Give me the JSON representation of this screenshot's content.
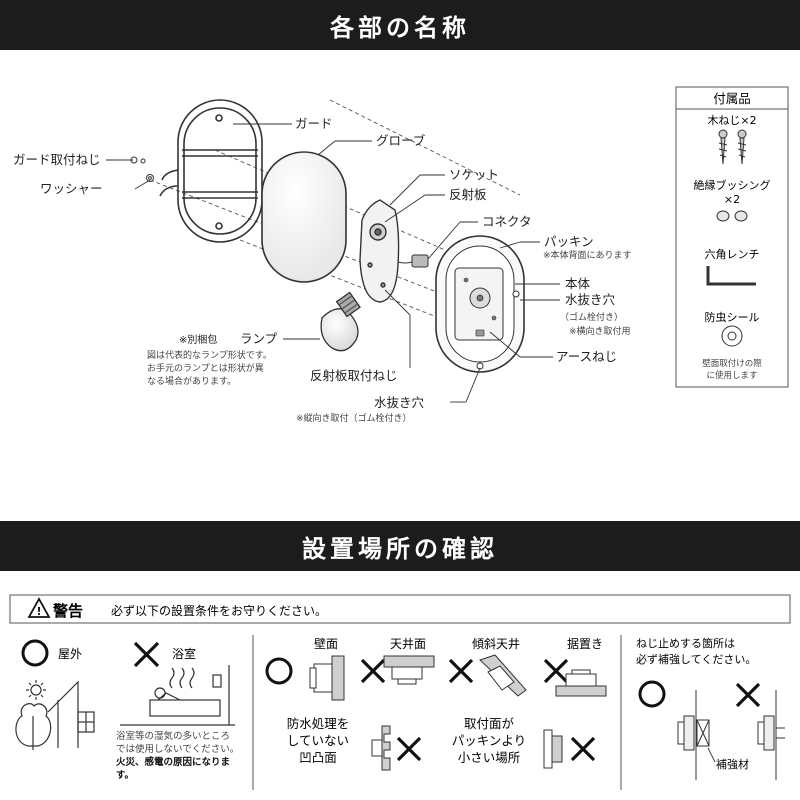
{
  "section1": {
    "title": "各部の名称",
    "labels": {
      "guard": "ガード",
      "guard_screw": "ガード取付ねじ",
      "washer": "ワッシャー",
      "globe": "グローブ",
      "socket": "ソケット",
      "reflector": "反射板",
      "connector": "コネクタ",
      "packing": "パッキン",
      "packing_note": "※本体背面にあります",
      "body": "本体",
      "drain_hole_side": "水抜き穴",
      "drain_side_sub": "（ゴム栓付き）",
      "drain_side_note": "※横向き取付用",
      "earth_screw": "アースねじ",
      "lamp_prefix": "※別梱包",
      "lamp": "ランプ",
      "lamp_note_1": "図は代表的なランプ形状です。",
      "lamp_note_2": "お手元のランプとは形状が異",
      "lamp_note_3": "なる場合があります。",
      "reflector_screw": "反射板取付ねじ",
      "drain_hole_bottom": "水抜き穴",
      "drain_bottom_note": "※縦向き取付（ゴム栓付き）"
    },
    "accessories": {
      "title": "付属品",
      "wood_screw": "木ねじ×2",
      "bushing": "絶縁ブッシング",
      "bushing_qty": "×2",
      "hex_wrench": "六角レンチ",
      "seal": "防虫シール",
      "seal_note_1": "壁面取付けの際",
      "seal_note_2": "に使用します"
    }
  },
  "section2": {
    "title": "設置場所の確認",
    "warning_title": "警告",
    "warning_text": "必ず以下の設置条件をお守りください。",
    "outdoor": "屋外",
    "bathroom": "浴室",
    "bath_note_1": "浴室等の湿気の多いところ",
    "bath_note_2": "では使用しないでください。",
    "bath_note_3": "火災、感電の原因になりま",
    "bath_note_4": "す。",
    "wall": "壁面",
    "ceiling": "天井面",
    "slanted_ceiling": "傾斜天井",
    "floor_standing": "据置き",
    "no_waterproof_1": "防水処理を",
    "no_waterproof_2": "していない",
    "no_waterproof_3": "凹凸面",
    "smaller_mount_1": "取付面が",
    "smaller_mount_2": "パッキンより",
    "smaller_mount_3": "小さい場所",
    "reinforce_1": "ねじ止めする箇所は",
    "reinforce_2": "必ず補強してください。",
    "reinforcement": "補強材"
  }
}
